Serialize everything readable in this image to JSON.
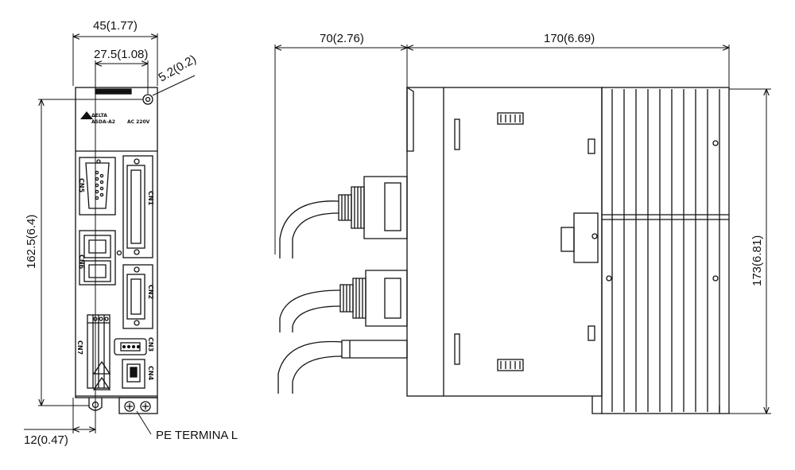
{
  "dimensions": {
    "width_overall": "45(1.77)",
    "width_inner": "27.5(1.08)",
    "corner": "5.2(0.2)",
    "height_front": "162.5(6.4)",
    "foot": "12(0.47)",
    "depth_front": "70(2.76)",
    "depth_body": "170(6.69)",
    "height_side": "173(6.81)"
  },
  "labels": {
    "pe_terminal": "PE TERMINA L",
    "voltage": "AC 220V",
    "brand_line1": "ΔELTA",
    "brand_line2": "ASDA-A2",
    "cn5": "CN5",
    "cn1": "CN1",
    "cn6": "CN6",
    "cn2": "CN2",
    "cn7": "CN7",
    "cn3": "CN3",
    "cn4": "CN4"
  }
}
